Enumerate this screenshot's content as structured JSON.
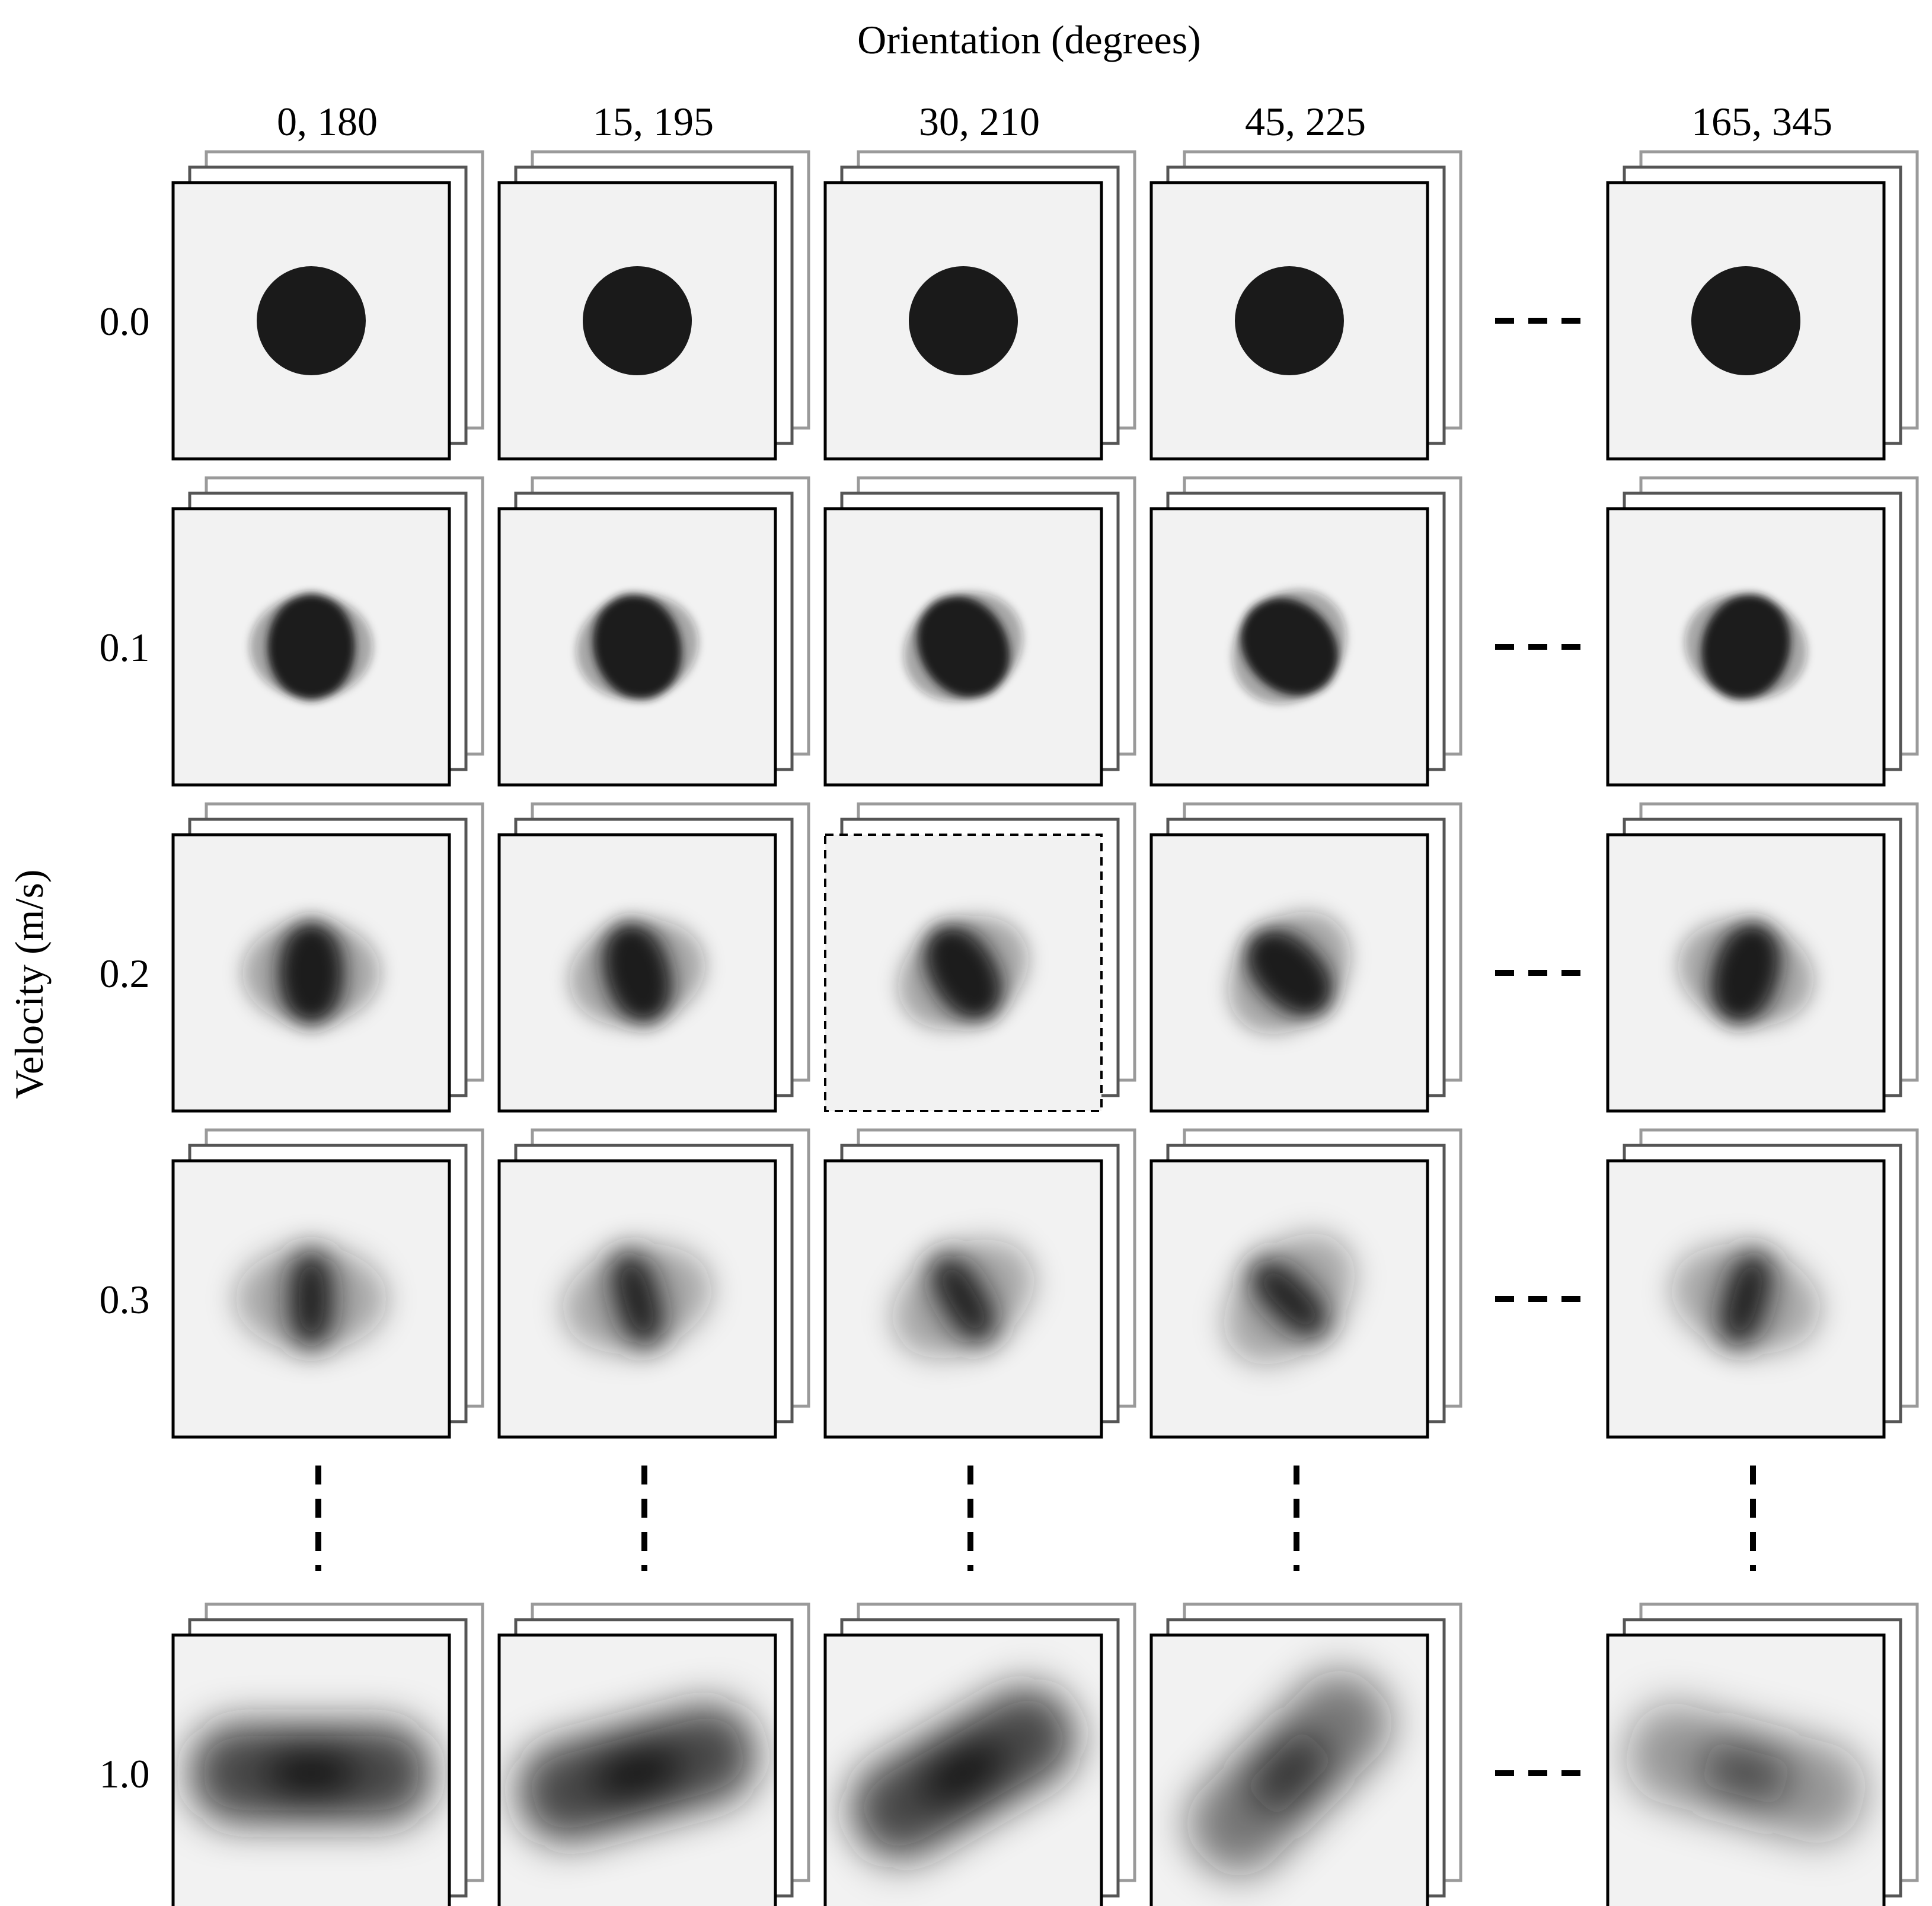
{
  "x_axis_title": "Orientation (degrees)",
  "y_axis_title": "Velocity (m/s)",
  "columns": [
    {
      "label": "0, 180",
      "angle_deg": 0
    },
    {
      "label": "15, 195",
      "angle_deg": 15
    },
    {
      "label": "30, 210",
      "angle_deg": 30
    },
    {
      "label": "45, 225",
      "angle_deg": 45
    },
    {
      "label": "165, 345",
      "angle_deg": 165
    }
  ],
  "rows": [
    {
      "label": "0.0",
      "velocity": 0.0
    },
    {
      "label": "0.1",
      "velocity": 0.1
    },
    {
      "label": "0.2",
      "velocity": 0.2
    },
    {
      "label": "0.3",
      "velocity": 0.3
    },
    {
      "label": "1.0",
      "velocity": 1.0
    }
  ],
  "highlighted_cell": {
    "row": 2,
    "column": 2
  },
  "colors": {
    "background": "#ffffff",
    "tile": "#f2f2f2",
    "blob": "#1a1a1a",
    "frame": "#000000",
    "back_frame_1": "#555555",
    "back_frame_2": "#9a9a9a"
  }
}
